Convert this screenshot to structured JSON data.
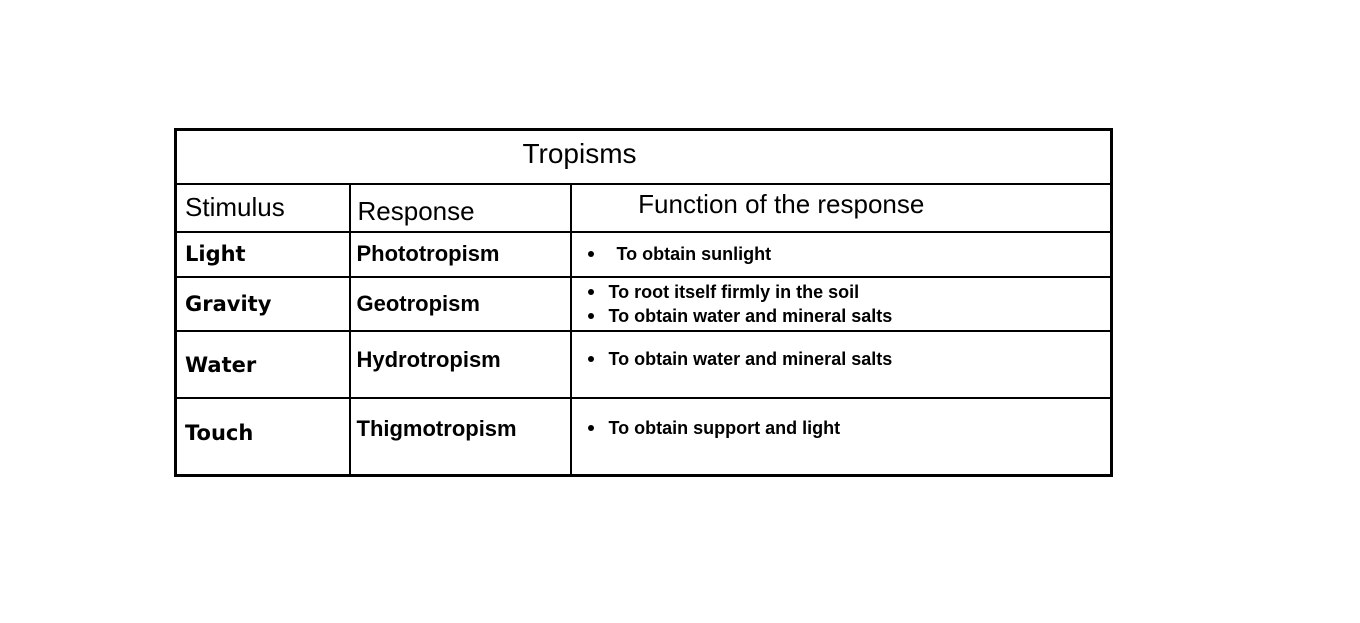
{
  "page": {
    "background": "#ffffff"
  },
  "table": {
    "title": "Tropisms",
    "columns": [
      {
        "label": "Stimulus"
      },
      {
        "label": "Response"
      },
      {
        "label": "Function of the response"
      }
    ],
    "rows": [
      {
        "stimulus": "Light",
        "response": "Phototropism",
        "functions": [
          "To obtain sunlight"
        ]
      },
      {
        "stimulus": "Gravity",
        "response": "Geotropism",
        "functions": [
          "To root itself firmly in the soil",
          "To obtain water and mineral salts"
        ]
      },
      {
        "stimulus": "Water",
        "response": "Hydrotropism",
        "functions": [
          "To obtain water and mineral salts"
        ]
      },
      {
        "stimulus": "Touch",
        "response": "Thigmotropism",
        "functions": [
          "To obtain support and light"
        ]
      }
    ],
    "colors": {
      "border": "#000000",
      "text": "#000000",
      "background": "#ffffff"
    }
  }
}
